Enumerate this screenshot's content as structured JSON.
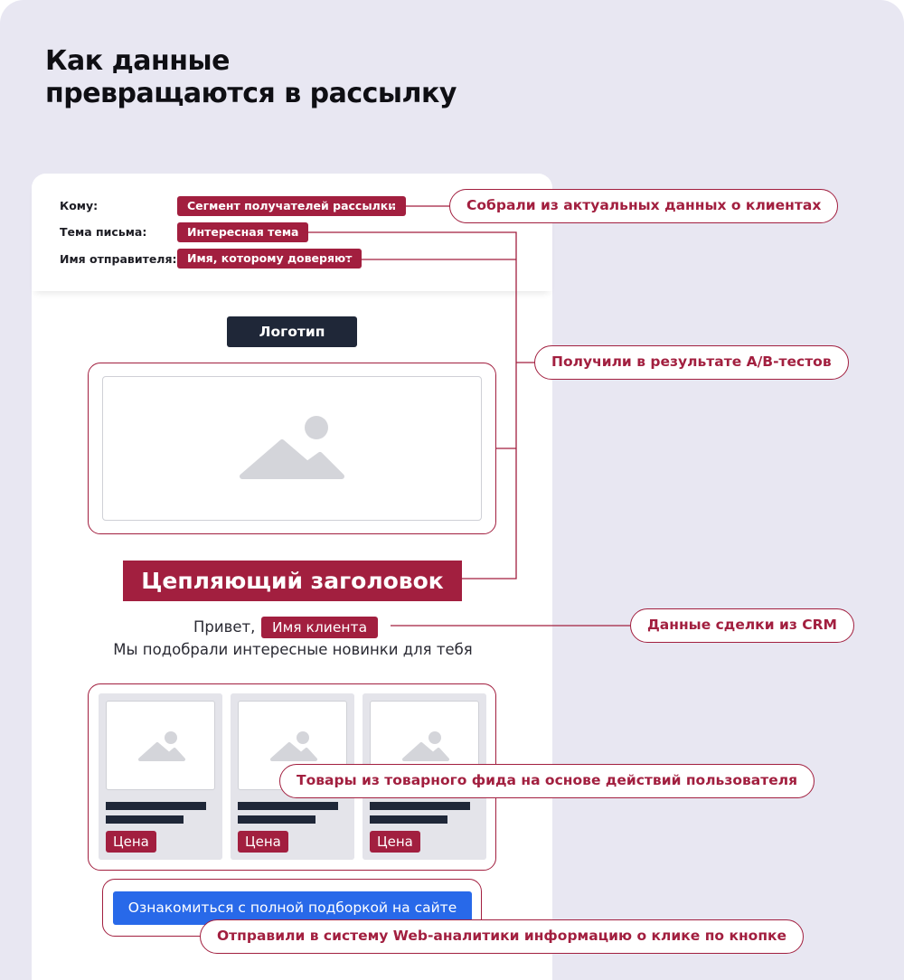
{
  "title": {
    "line1": "Как данные",
    "line2": "превращаются в рассылку"
  },
  "email": {
    "to_label": "Кому:",
    "to_value": "Сегмент получателей рассылки",
    "subject_label": "Тема письма:",
    "subject_value": "Интересная тема",
    "sender_label": "Имя отправителя:",
    "sender_value": "Имя, которому доверяют",
    "logo": "Логотип",
    "headline": "Цепляющий заголовок",
    "greeting": "Привет,",
    "client_name": "Имя клиента",
    "subline": "Мы подобрали интересные новинки для тебя",
    "products": [
      {
        "price": "Цена"
      },
      {
        "price": "Цена"
      },
      {
        "price": "Цена"
      }
    ],
    "cta": "Ознакомиться с полной подборкой на сайте"
  },
  "callouts": {
    "segment": "Собрали из актуальных данных о клиентах",
    "ab_tests": "Получили в результате A/B-тестов",
    "crm": "Данные сделки из CRM",
    "feed": "Товары из товарного фида на основе действий пользователя",
    "analytics": "Отправили в систему Web-аналитики информацию о клике по кнопке"
  },
  "colors": {
    "accent": "#a21f3f",
    "dark": "#1f2738",
    "button": "#2869e9",
    "background": "#e8e7f2"
  }
}
